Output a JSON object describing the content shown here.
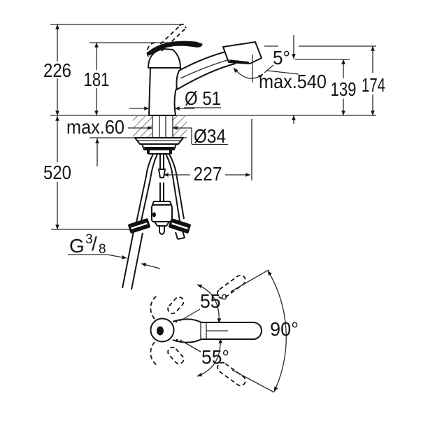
{
  "drawing": {
    "colors": {
      "ink": "#1a1a1a",
      "paper": "#ffffff"
    },
    "side_view": {
      "overall_height": "226",
      "body_height": "181",
      "spout_angle": "5°",
      "max_pullout": "max.540",
      "outlet_height": "139",
      "spout_height": "174",
      "base_diameter": "Ø 51",
      "max_counter_thickness": "max.60",
      "shank_diameter": "Ø34",
      "below_counter_depth": "520",
      "hose_offset": "227",
      "thread": {
        "letter": "G",
        "numerator": "3",
        "slash": "/",
        "denominator": "8"
      }
    },
    "top_view": {
      "handle_swing_up": "55°",
      "handle_swing_down": "55°",
      "spout_swivel": "90°"
    }
  }
}
